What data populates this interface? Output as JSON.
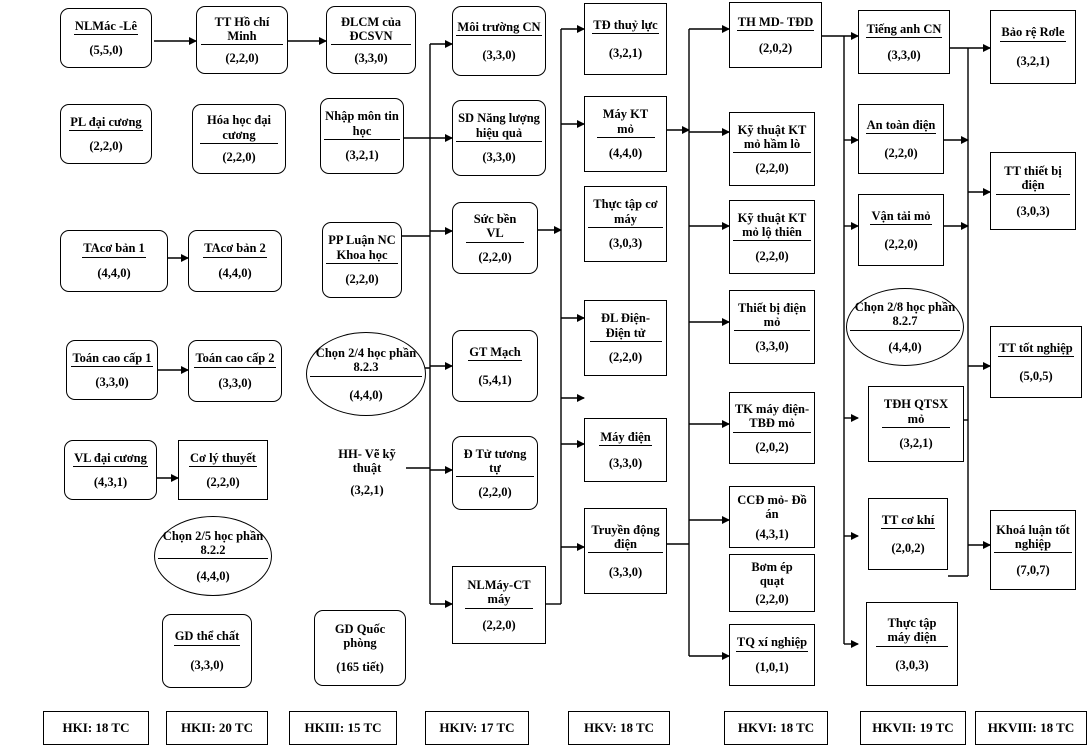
{
  "courses": [
    {
      "id": "c1",
      "title": "NLMác -Lê",
      "credits": "(5,5,0)"
    },
    {
      "id": "c2",
      "title": "TT Hồ chí Minh",
      "credits": "(2,2,0)"
    },
    {
      "id": "c3",
      "title": "ĐLCM của ĐCSVN",
      "credits": "(3,3,0)"
    },
    {
      "id": "c4",
      "title": "Môi trường CN",
      "credits": "(3,3,0)"
    },
    {
      "id": "c5",
      "title": "TĐ thuỷ lực",
      "credits": "(3,2,1)"
    },
    {
      "id": "c6",
      "title": "TH MD- TĐD",
      "credits": "(2,0,2)"
    },
    {
      "id": "c7",
      "title": "Tiếng anh CN",
      "credits": "(3,3,0)"
    },
    {
      "id": "c8",
      "title": "Bảo rệ Rơle",
      "credits": "(3,2,1)"
    },
    {
      "id": "c9",
      "title": "PL đại cương",
      "credits": "(2,2,0)"
    },
    {
      "id": "c10",
      "title": "Hóa học đại cương",
      "credits": "(2,2,0)"
    },
    {
      "id": "c11",
      "title": "Nhập môn tin học",
      "credits": "(3,2,1)"
    },
    {
      "id": "c12",
      "title": "SD Năng lượng hiệu quả",
      "credits": "(3,3,0)"
    },
    {
      "id": "c13",
      "title": "Máy KT mỏ",
      "credits": "(4,4,0)"
    },
    {
      "id": "c14",
      "title": "Kỹ thuật KT mỏ hầm lò",
      "credits": "(2,2,0)"
    },
    {
      "id": "c15",
      "title": "An toàn điện",
      "credits": "(2,2,0)"
    },
    {
      "id": "c16",
      "title": "TT thiết bị điện",
      "credits": "(3,0,3)"
    },
    {
      "id": "c17",
      "title": "TAcơ bản 1",
      "credits": "(4,4,0)"
    },
    {
      "id": "c18",
      "title": "TAcơ bản 2",
      "credits": "(4,4,0)"
    },
    {
      "id": "c19",
      "title": "PP Luận NC Khoa học",
      "credits": "(2,2,0)"
    },
    {
      "id": "c20",
      "title": "Sức bền VL",
      "credits": "(2,2,0)"
    },
    {
      "id": "c21",
      "title": "Thực tập cơ máy",
      "credits": "(3,0,3)"
    },
    {
      "id": "c22",
      "title": "Kỹ thuật KT mỏ lộ thiên",
      "credits": "(2,2,0)"
    },
    {
      "id": "c23",
      "title": "Vận tải mỏ",
      "credits": "(2,2,0)"
    },
    {
      "id": "c24",
      "title": "Chọn 2/8 học phần 8.2.7",
      "credits": "(4,4,0)"
    },
    {
      "id": "c25",
      "title": "Thiết bị điện mỏ",
      "credits": "(3,3,0)"
    },
    {
      "id": "c26",
      "title": "ĐL Điện-Điện tử",
      "credits": "(2,2,0)"
    },
    {
      "id": "c27",
      "title": "Toán cao cấp 1",
      "credits": "(3,3,0)"
    },
    {
      "id": "c28",
      "title": "Toán cao cấp 2",
      "credits": "(3,3,0)"
    },
    {
      "id": "c29",
      "title": "Chọn 2/4 học phần 8.2.3",
      "credits": "(4,4,0)"
    },
    {
      "id": "c30",
      "title": "GT Mạch",
      "credits": "(5,4,1)"
    },
    {
      "id": "c31",
      "title": "TT tốt nghiệp",
      "credits": "(5,0,5)"
    },
    {
      "id": "c32",
      "title": "TĐH QTSX mỏ",
      "credits": "(3,2,1)"
    },
    {
      "id": "c33",
      "title": "TK máy điện-TBĐ mỏ",
      "credits": "(2,0,2)"
    },
    {
      "id": "c34",
      "title": "Máy điện",
      "credits": "(3,3,0)"
    },
    {
      "id": "c35",
      "title": "VL đại cương",
      "credits": "(4,3,1)"
    },
    {
      "id": "c36",
      "title": "Cơ lý thuyết",
      "credits": "(2,2,0)"
    },
    {
      "id": "c37",
      "title": "HH- Vẽ kỹ thuật",
      "credits": "(3,2,1)"
    },
    {
      "id": "c38",
      "title": "Đ Tử tương tự",
      "credits": "(2,2,0)"
    },
    {
      "id": "c39",
      "title": "Truyền động điện",
      "credits": "(3,3,0)"
    },
    {
      "id": "c40",
      "title": "CCĐ mỏ- Đồ án",
      "credits": "(4,3,1)"
    },
    {
      "id": "c41",
      "title": "TT cơ khí",
      "credits": "(2,0,2)"
    },
    {
      "id": "c42",
      "title": "Khoá luận tốt nghiệp",
      "credits": "(7,0,7)"
    },
    {
      "id": "c43",
      "title": "Chọn 2/5 học phần 8.2.2",
      "credits": "(4,4,0)"
    },
    {
      "id": "c44",
      "title": "Bơm ép quạt",
      "credits": "(2,2,0)"
    },
    {
      "id": "c45",
      "title": "GD thể chất",
      "credits": "(3,3,0)"
    },
    {
      "id": "c46",
      "title": "GD Quốc phòng",
      "credits": "(165 tiết)"
    },
    {
      "id": "c47",
      "title": "NLMáy-CT máy",
      "credits": "(2,2,0)"
    },
    {
      "id": "c48",
      "title": "TQ xí nghiệp",
      "credits": "(1,0,1)"
    },
    {
      "id": "c49",
      "title": "Thực tập máy điện",
      "credits": "(3,0,3)"
    }
  ],
  "semesters": [
    {
      "label": "HKI: 18 TC"
    },
    {
      "label": "HKII: 20 TC"
    },
    {
      "label": "HKIII: 15 TC"
    },
    {
      "label": "HKIV: 17 TC"
    },
    {
      "label": "HKV: 18 TC"
    },
    {
      "label": "HKVI: 18 TC"
    },
    {
      "label": "HKVII: 19 TC"
    },
    {
      "label": "HKVIII: 18 TC"
    }
  ]
}
